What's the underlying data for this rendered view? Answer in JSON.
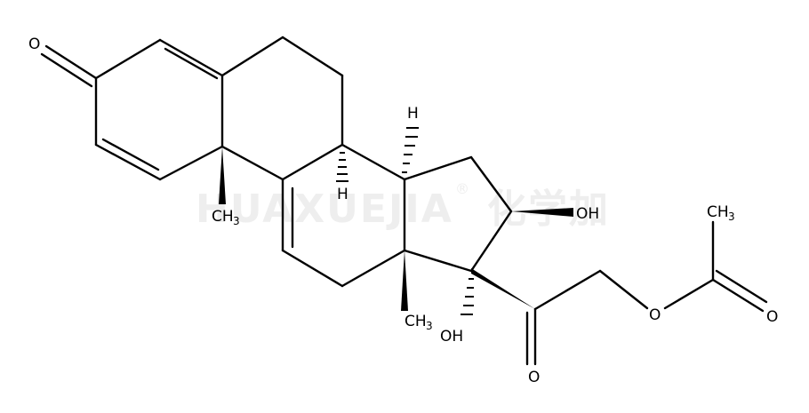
{
  "watermark": {
    "text": "HUAXUEJIA",
    "registered": "®",
    "cn": "化学加"
  },
  "atoms": {
    "o_ketone_3": "O",
    "h_8": "H",
    "h_14": "H",
    "ch3_10_main": "CH",
    "ch3_10_sub": "3",
    "ch3_13_main": "CH",
    "ch3_13_sub": "3",
    "oh_16": "OH",
    "oh_17": "OH",
    "o_20": "O",
    "o_ester": "O",
    "o_acetyl": "O",
    "ch3_acetyl_main": "CH",
    "ch3_acetyl_sub": "3"
  },
  "colors": {
    "bond": "#000000",
    "watermark": "#eeeeee"
  }
}
